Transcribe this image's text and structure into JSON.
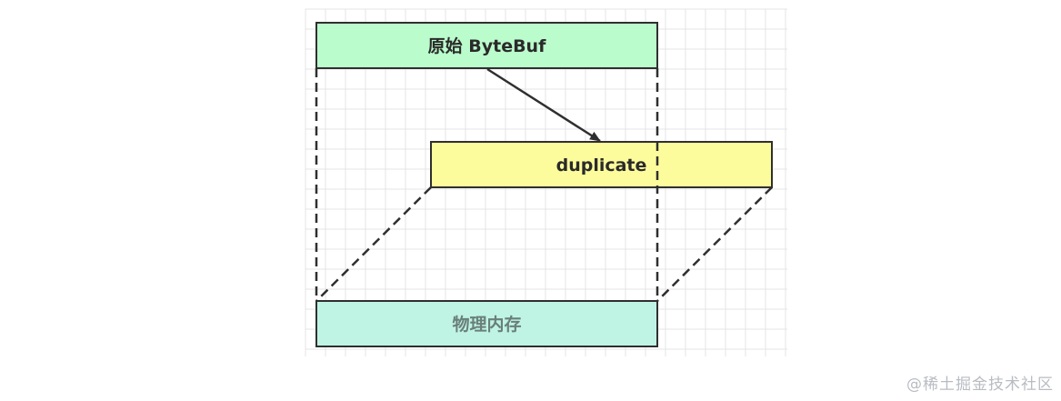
{
  "labels": {
    "original": "原始 ByteBuf",
    "duplicate": "duplicate",
    "memory": "物理内存"
  },
  "watermark": "@稀土掘金技术社区",
  "colors": {
    "original_fill": "#bbfccc",
    "duplicate_fill": "#fdfc9c",
    "memory_fill": "#bff4e4",
    "memory_text": "#6a7f7a",
    "stroke": "#2f2f2f",
    "grid": "#e4e4e4"
  }
}
